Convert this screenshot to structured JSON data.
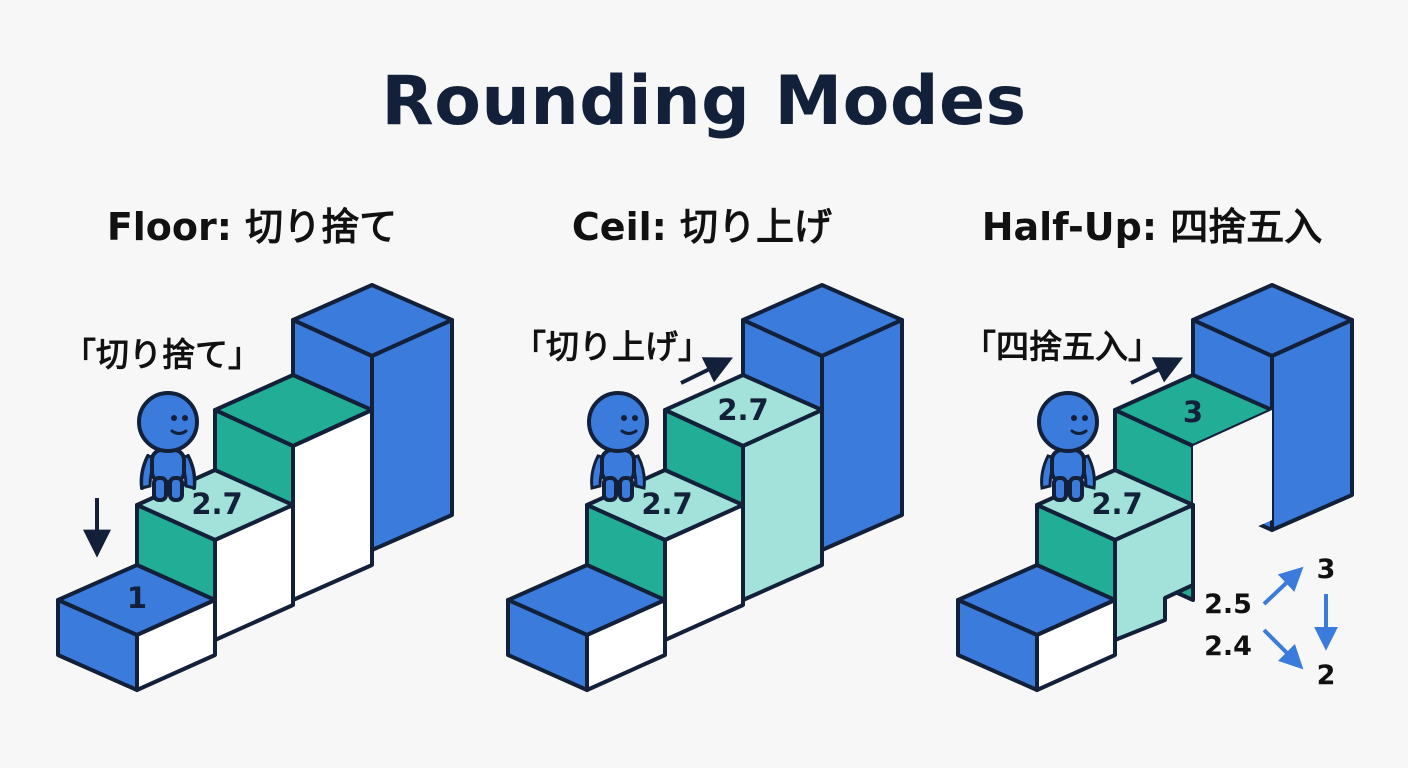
{
  "title": "Rounding Modes",
  "colors": {
    "blue": "#3b7bdc",
    "teal": "#22ad96",
    "mint": "#a2e2da",
    "white": "#ffffff",
    "outline": "#13203a",
    "arrow_blue": "#3b7bdc",
    "background": "#f7f7f7"
  },
  "panels": [
    {
      "heading": "Floor: 切り捨て",
      "quote": "「切り捨て」",
      "step_value": "2.7",
      "result_value": "1",
      "direction": "down",
      "character": "blue-figure-icon"
    },
    {
      "heading": "Ceil: 切り上げ",
      "quote": "「切り上げ」",
      "step_value": "2.7",
      "result_value": "2.7",
      "direction": "up",
      "character": "blue-figure-icon"
    },
    {
      "heading": "Half-Up: 四捨五入",
      "quote": "「四捨五入」",
      "step_value": "2.7",
      "result_value": "3",
      "direction": "up",
      "character": "blue-figure-icon",
      "legend": {
        "input_high": "2.5",
        "input_low": "2.4",
        "output_high": "3",
        "output_low": "2"
      }
    }
  ]
}
